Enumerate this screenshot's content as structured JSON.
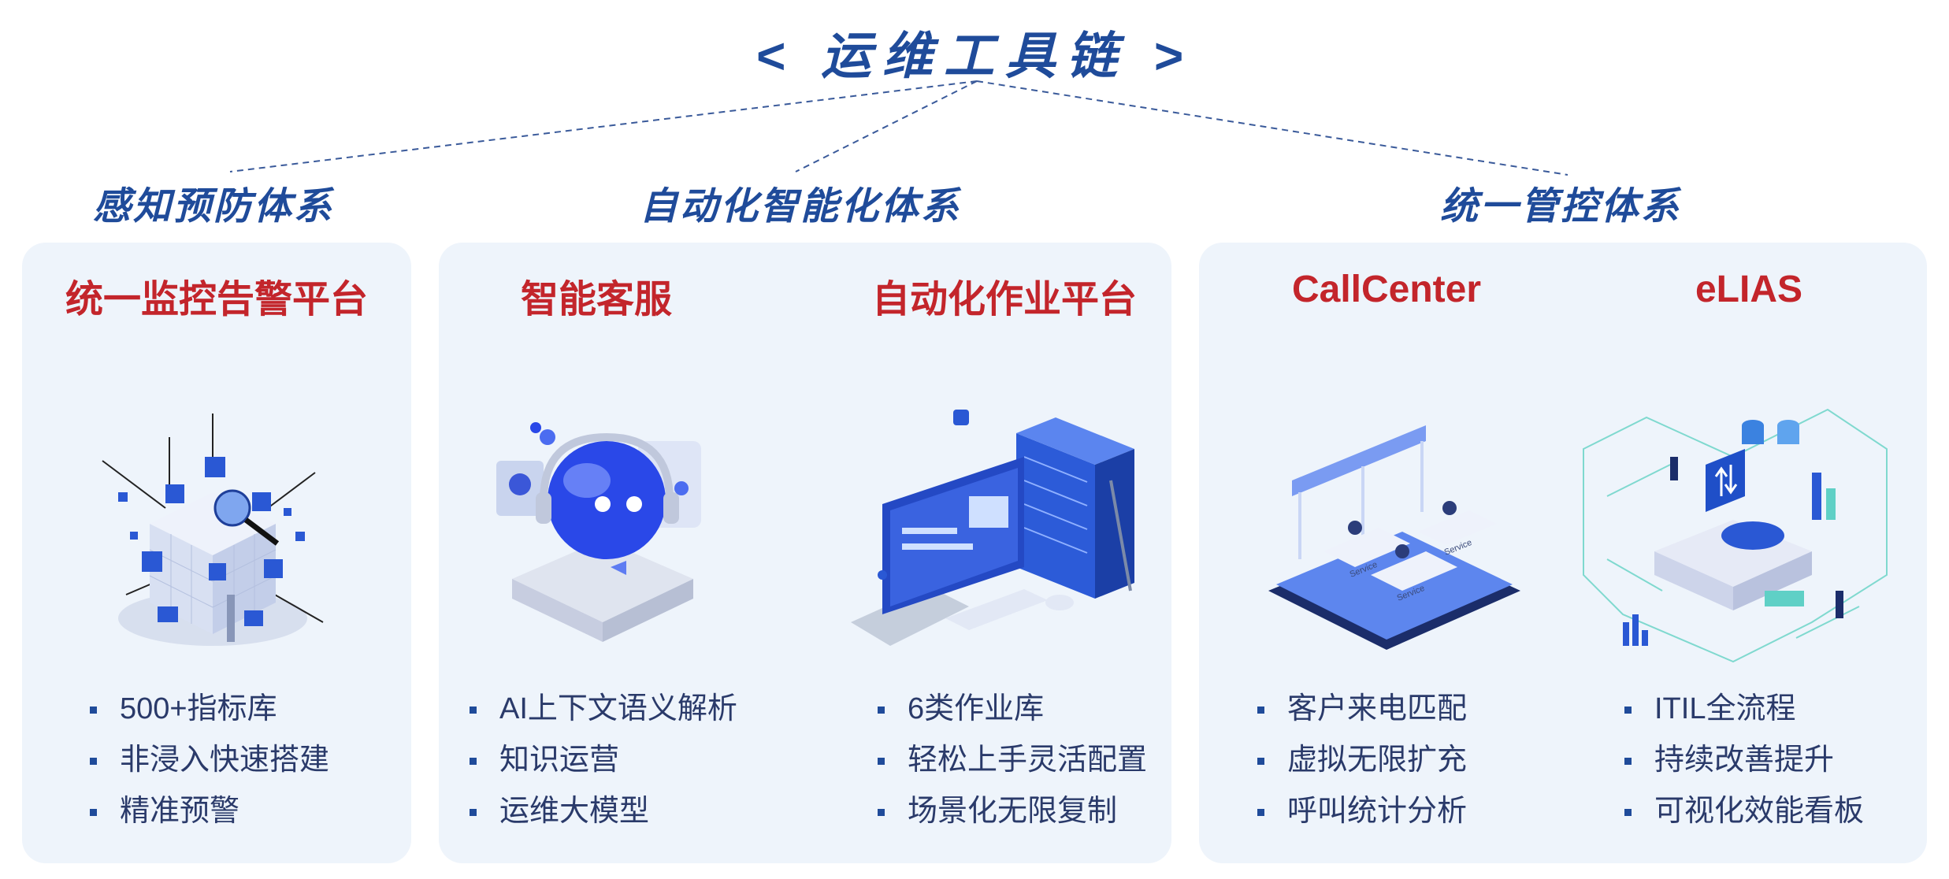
{
  "title": "< 运维工具链 >",
  "groups": [
    {
      "label": "感知预防体系"
    },
    {
      "label": "自动化智能化体系"
    },
    {
      "label": "统一管控体系"
    }
  ],
  "tools": [
    {
      "name": "统一监控告警平台",
      "features": [
        "500+指标库",
        "非浸入快速搭建",
        "精准预警"
      ]
    },
    {
      "name": "智能客服",
      "features": [
        "AI上下文语义解析",
        "知识运营",
        "运维大模型"
      ]
    },
    {
      "name": "自动化作业平台",
      "features": [
        "6类作业库",
        "轻松上手灵活配置",
        "场景化无限复制"
      ]
    },
    {
      "name": "CallCenter",
      "features": [
        "客户来电匹配",
        "虚拟无限扩充",
        "呼叫统计分析"
      ]
    },
    {
      "name": "eLIAS",
      "features": [
        "ITIL全流程",
        "持续改善提升",
        "可视化效能看板"
      ]
    }
  ],
  "illustration_labels": {
    "callcenter_desks": [
      "Service",
      "Service",
      "Service"
    ]
  },
  "colors": {
    "heading_blue": "#1f4b9a",
    "tool_red": "#c3252b",
    "card_bg": "#eef4fb",
    "text": "#2a3a6a"
  }
}
